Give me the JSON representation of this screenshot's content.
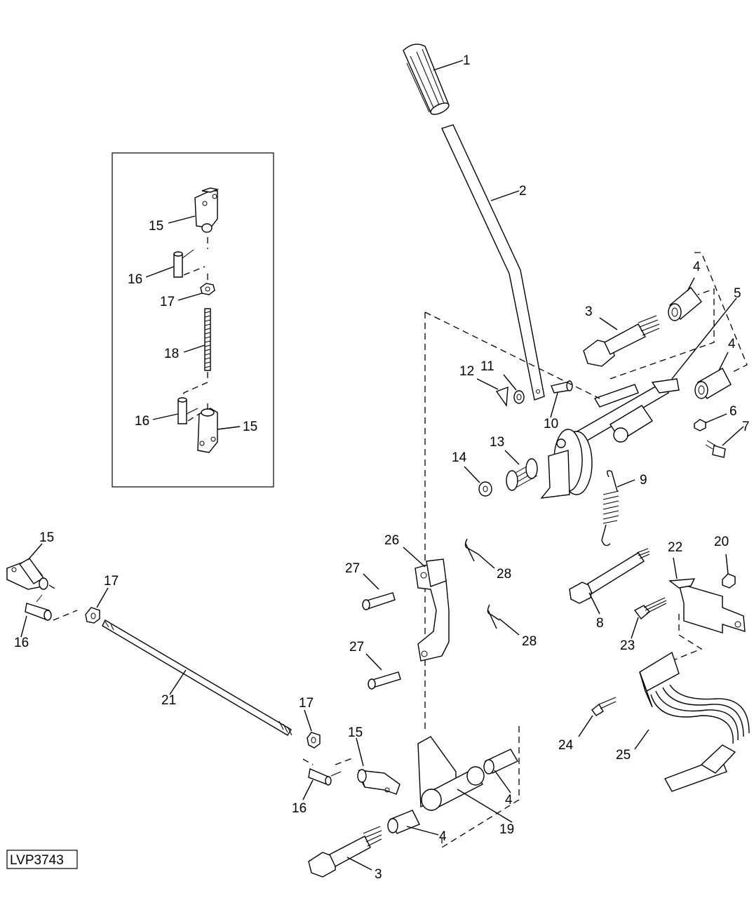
{
  "drawing_id": "LVP3743",
  "callouts": [
    {
      "id": "c-1",
      "text": "1"
    },
    {
      "id": "c-2",
      "text": "2"
    },
    {
      "id": "c-3a",
      "text": "3"
    },
    {
      "id": "c-4a",
      "text": "4"
    },
    {
      "id": "c-5",
      "text": "5"
    },
    {
      "id": "c-4b",
      "text": "4"
    },
    {
      "id": "c-6",
      "text": "6"
    },
    {
      "id": "c-7",
      "text": "7"
    },
    {
      "id": "c-12",
      "text": "12"
    },
    {
      "id": "c-11",
      "text": "11"
    },
    {
      "id": "c-10",
      "text": "10"
    },
    {
      "id": "c-13",
      "text": "13"
    },
    {
      "id": "c-14",
      "text": "14"
    },
    {
      "id": "c-9",
      "text": "9"
    },
    {
      "id": "c-15a",
      "text": "15"
    },
    {
      "id": "c-16a",
      "text": "16"
    },
    {
      "id": "c-17a",
      "text": "17"
    },
    {
      "id": "c-18",
      "text": "18"
    },
    {
      "id": "c-16b",
      "text": "16"
    },
    {
      "id": "c-15b",
      "text": "15"
    },
    {
      "id": "c-15c",
      "text": "15"
    },
    {
      "id": "c-16c",
      "text": "16"
    },
    {
      "id": "c-17b",
      "text": "17"
    },
    {
      "id": "c-21",
      "text": "21"
    },
    {
      "id": "c-26",
      "text": "26"
    },
    {
      "id": "c-27a",
      "text": "27"
    },
    {
      "id": "c-28a",
      "text": "28"
    },
    {
      "id": "c-27b",
      "text": "27"
    },
    {
      "id": "c-28b",
      "text": "28"
    },
    {
      "id": "c-8",
      "text": "8"
    },
    {
      "id": "c-22",
      "text": "22"
    },
    {
      "id": "c-20",
      "text": "20"
    },
    {
      "id": "c-23",
      "text": "23"
    },
    {
      "id": "c-17c",
      "text": "17"
    },
    {
      "id": "c-15d",
      "text": "15"
    },
    {
      "id": "c-16d",
      "text": "16"
    },
    {
      "id": "c-4c",
      "text": "4"
    },
    {
      "id": "c-19",
      "text": "19"
    },
    {
      "id": "c-4d",
      "text": "4"
    },
    {
      "id": "c-3b",
      "text": "3"
    },
    {
      "id": "c-24",
      "text": "24"
    },
    {
      "id": "c-25",
      "text": "25"
    }
  ]
}
